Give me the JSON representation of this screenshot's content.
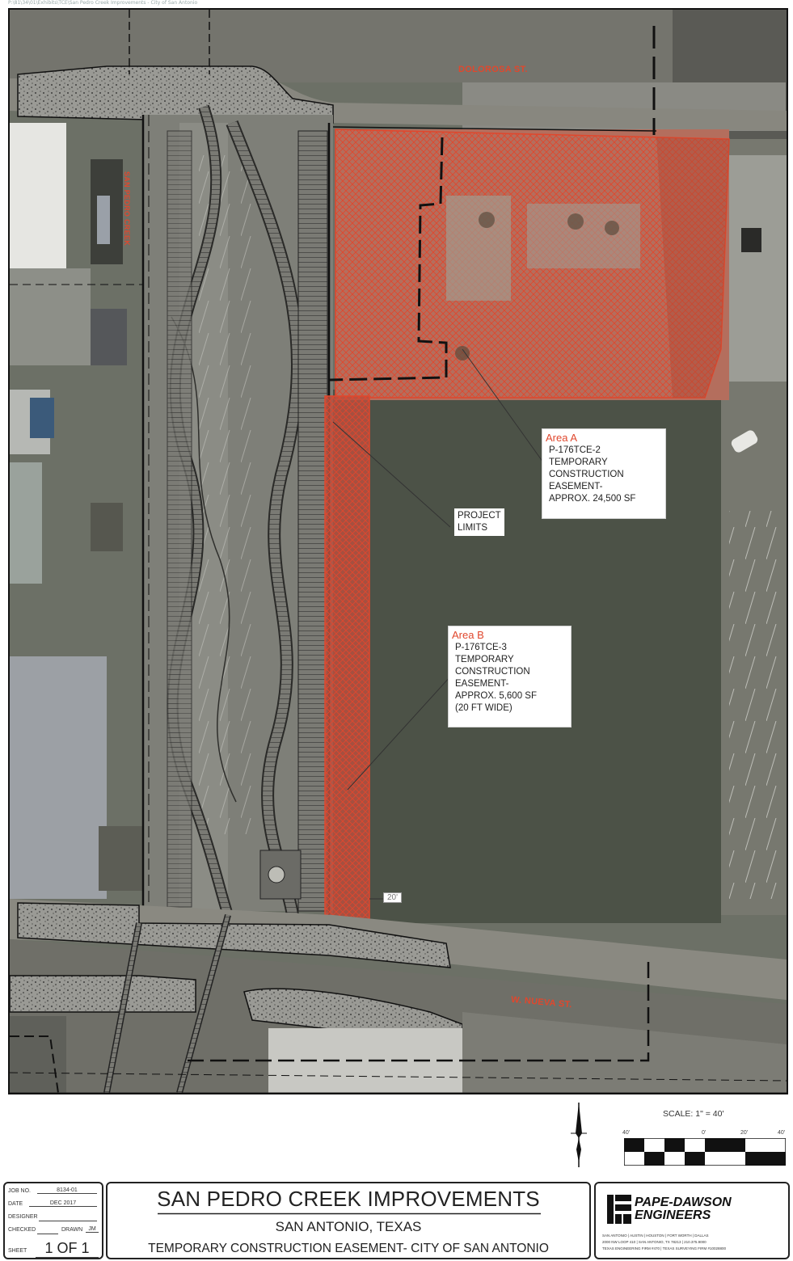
{
  "file_path_header": "P:\\81\\34\\01\\Exhibits\\TCE\\San Pedro Creek Improvements - City of San Antonio",
  "map": {
    "streets": {
      "top": "DOLOROSA ST.",
      "bottom": "W. NUEVA ST.",
      "left_vertical": "SAN PEDRO CREEK"
    },
    "area_a": {
      "title": "Area A",
      "lines": [
        "P-176TCE-2",
        "TEMPORARY",
        "CONSTRUCTION",
        "EASEMENT-",
        "APPROX. 24,500 SF"
      ]
    },
    "area_b": {
      "title": "Area B",
      "lines": [
        "P-176TCE-3",
        "TEMPORARY",
        "CONSTRUCTION",
        "EASEMENT-",
        "APPROX. 5,600 SF",
        "(20 FT WIDE)"
      ]
    },
    "project_limits": [
      "PROJECT",
      "LIMITS"
    ],
    "width_dimension": "20'",
    "hatch_color": "#e0472d"
  },
  "scale": {
    "label": "SCALE: 1\" = 40'",
    "ticks": [
      "40'",
      "0'",
      "20'",
      "40'"
    ]
  },
  "title_block": {
    "fields": [
      {
        "label": "JOB NO.",
        "value": "8134-01"
      },
      {
        "label": "DATE",
        "value": "DEC 2017"
      },
      {
        "label": "DESIGNER",
        "value": ""
      },
      {
        "label": "CHECKED",
        "value": ""
      },
      {
        "label": "DRAWN",
        "value": "JM"
      }
    ],
    "sheet_label": "SHEET",
    "sheet_value": "1 OF 1",
    "project_title": "SAN PEDRO CREEK IMPROVEMENTS",
    "location": "SAN ANTONIO, TEXAS",
    "description": "TEMPORARY CONSTRUCTION EASEMENT- CITY OF SAN ANTONIO",
    "firm_name_line1": "PAPE-DAWSON",
    "firm_name_line2": "ENGINEERS",
    "firm_offices": "SAN ANTONIO | AUSTIN | HOUSTON | FORT WORTH | DALLAS",
    "firm_address": "2000 NW LOOP 410 | SAN ANTONIO, TX 78213 | 210.375.9000",
    "firm_registration": "TEXAS ENGINEERING FIRM #470 | TEXAS SURVEYING FIRM #10028800"
  }
}
